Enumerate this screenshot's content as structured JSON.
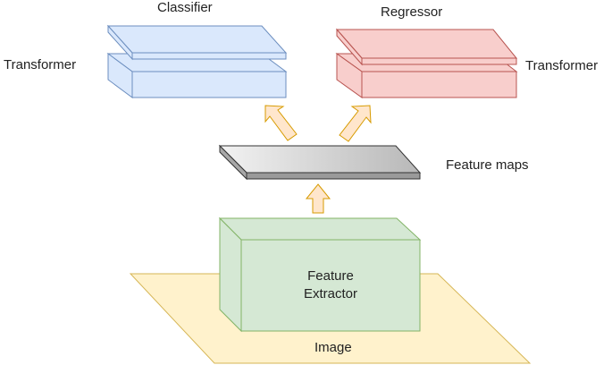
{
  "labels": {
    "classifier": "Classifier",
    "regressor": "Regressor",
    "transformer_left": "Transformer",
    "transformer_right": "Transformer",
    "feature_maps": "Feature maps",
    "extractor_line1": "Feature",
    "extractor_line2": "Extractor",
    "image": "Image"
  },
  "colors": {
    "classifier_fill": "#dae8fc",
    "classifier_stroke": "#6c8ebf",
    "regressor_fill": "#f8cecc",
    "regressor_stroke": "#b85450",
    "extractor_fill": "#d5e8d4",
    "extractor_stroke": "#82b366",
    "image_fill": "#fff2cc",
    "image_stroke": "#d6b656",
    "arrow_fill": "#ffe6cc",
    "arrow_stroke": "#d79b00",
    "feature_map_fill": "#d8d8d8",
    "feature_map_stroke": "#333333"
  }
}
